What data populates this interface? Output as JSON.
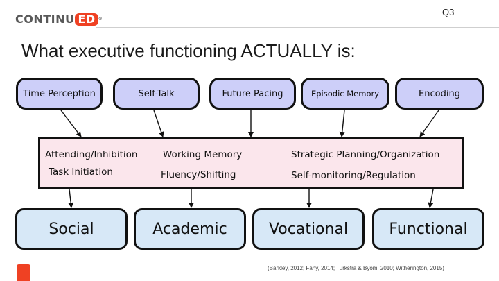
{
  "header": {
    "logo_main": "CONTINU",
    "logo_accent": "ED",
    "logo_mark": "®",
    "slide_number": "Q3"
  },
  "title": "What executive functioning ACTUALLY is:",
  "top_boxes": [
    "Time Perception",
    "Self-Talk",
    "Future Pacing",
    "Episodic Memory",
    "Encoding"
  ],
  "middle_box": {
    "items": [
      "Attending/Inhibition",
      "Task Initiation",
      "Working Memory",
      "Fluency/Shifting",
      "Strategic Planning/Organization",
      "Self-monitoring/Regulation"
    ]
  },
  "bottom_boxes": [
    "Social",
    "Academic",
    "Vocational",
    "Functional"
  ],
  "citation": "(Barkley, 2012; Fahy, 2014; Turkstra & Byom, 2010; Witherington, 2015)",
  "colors": {
    "brand_red": "#ef4123",
    "top_box_fill": "#cdcff9",
    "middle_box_fill": "#fbe6ec",
    "bottom_box_fill": "#d7e8f7",
    "outline": "#111111"
  }
}
